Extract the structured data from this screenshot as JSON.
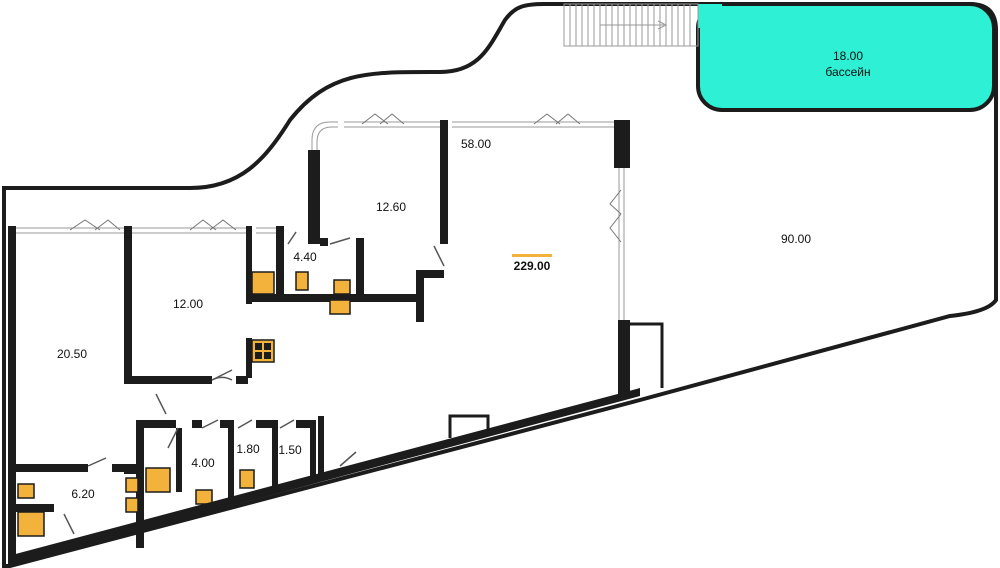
{
  "colors": {
    "wall": "#1c1c1c",
    "pool": "#2df0d4",
    "fixture": "#f3b23c",
    "accent": "#f3b23c",
    "background": "#ffffff"
  },
  "plan": {
    "total_area": "229.00",
    "pool": {
      "area": "18.00",
      "name": "бассейн"
    },
    "rooms": {
      "terrace": "90.00",
      "living": "58.00",
      "room_a": "12.60",
      "room_b": "12.00",
      "room_c": "20.50",
      "wc_small": "4.40",
      "bath_a": "4.00",
      "bath_b": "1.80",
      "bath_c": "1.50",
      "bath_d": "6.20"
    }
  }
}
